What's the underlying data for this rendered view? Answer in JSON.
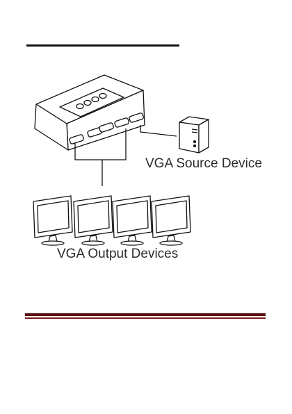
{
  "labels": {
    "source_device": "VGA Source Device",
    "output_devices": "VGA Output Devices"
  },
  "diagram": {
    "switch_buttons": 4,
    "vga_output_ports": 4,
    "monitors": 4
  },
  "colors": {
    "line_art": "#111111",
    "footer_rule": "#5a0f10"
  }
}
